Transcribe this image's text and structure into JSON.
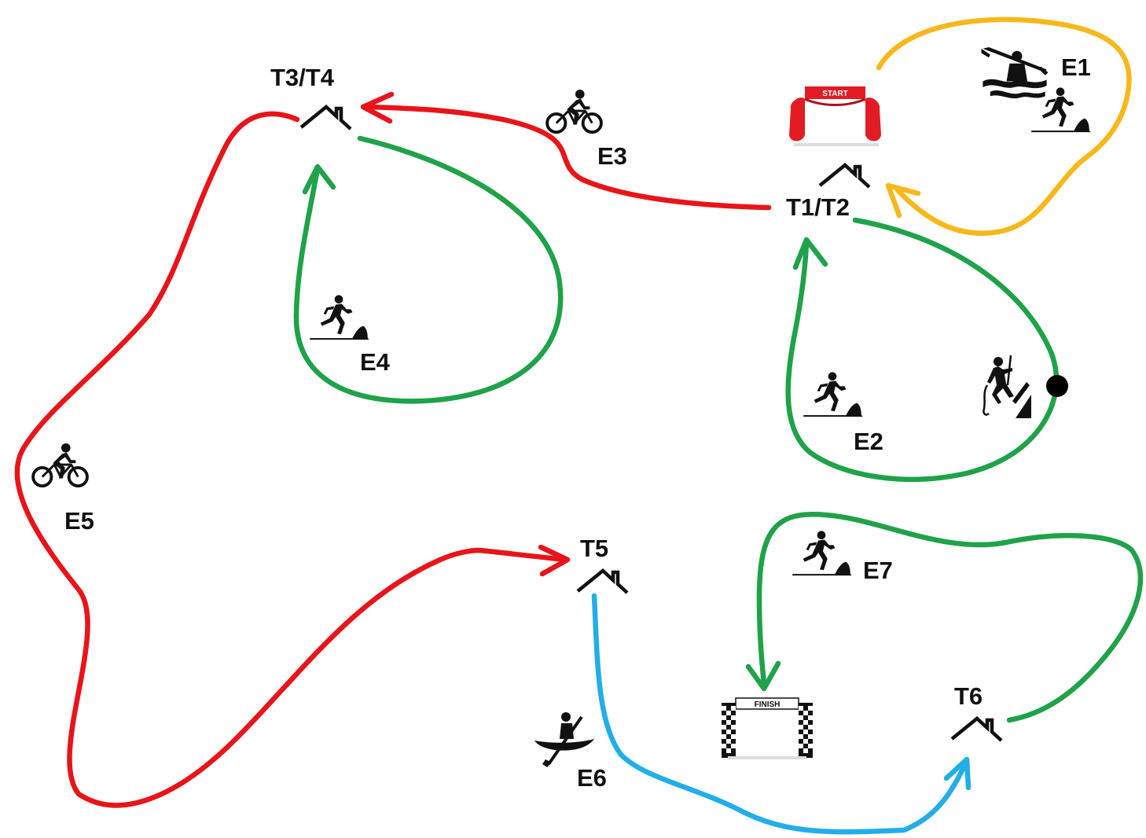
{
  "colors": {
    "bike": "#e8141a",
    "trek": "#1fa24a",
    "paddle_river": "#f7b81c",
    "paddle_lake": "#22aee8",
    "icon": "#111111",
    "start_arch": "#e31b23",
    "checkpoint": "#000000"
  },
  "labels": {
    "e1": "E1",
    "e2": "E2",
    "e3": "E3",
    "e4": "E4",
    "e5": "E5",
    "e6": "E6",
    "e7": "E7",
    "t1t2": "T1/T2",
    "t3t4": "T3/T4",
    "t5": "T5",
    "t6": "T6"
  },
  "arches": {
    "start": "START",
    "finish": "FINISH"
  },
  "icons": [
    "kayak-whitewater-icon",
    "trail-run-icon",
    "bike-icon",
    "climbing-icon",
    "canoe-icon",
    "transition-roof-icon",
    "start-arch-icon",
    "finish-arch-icon",
    "checkpoint-dot-icon"
  ]
}
